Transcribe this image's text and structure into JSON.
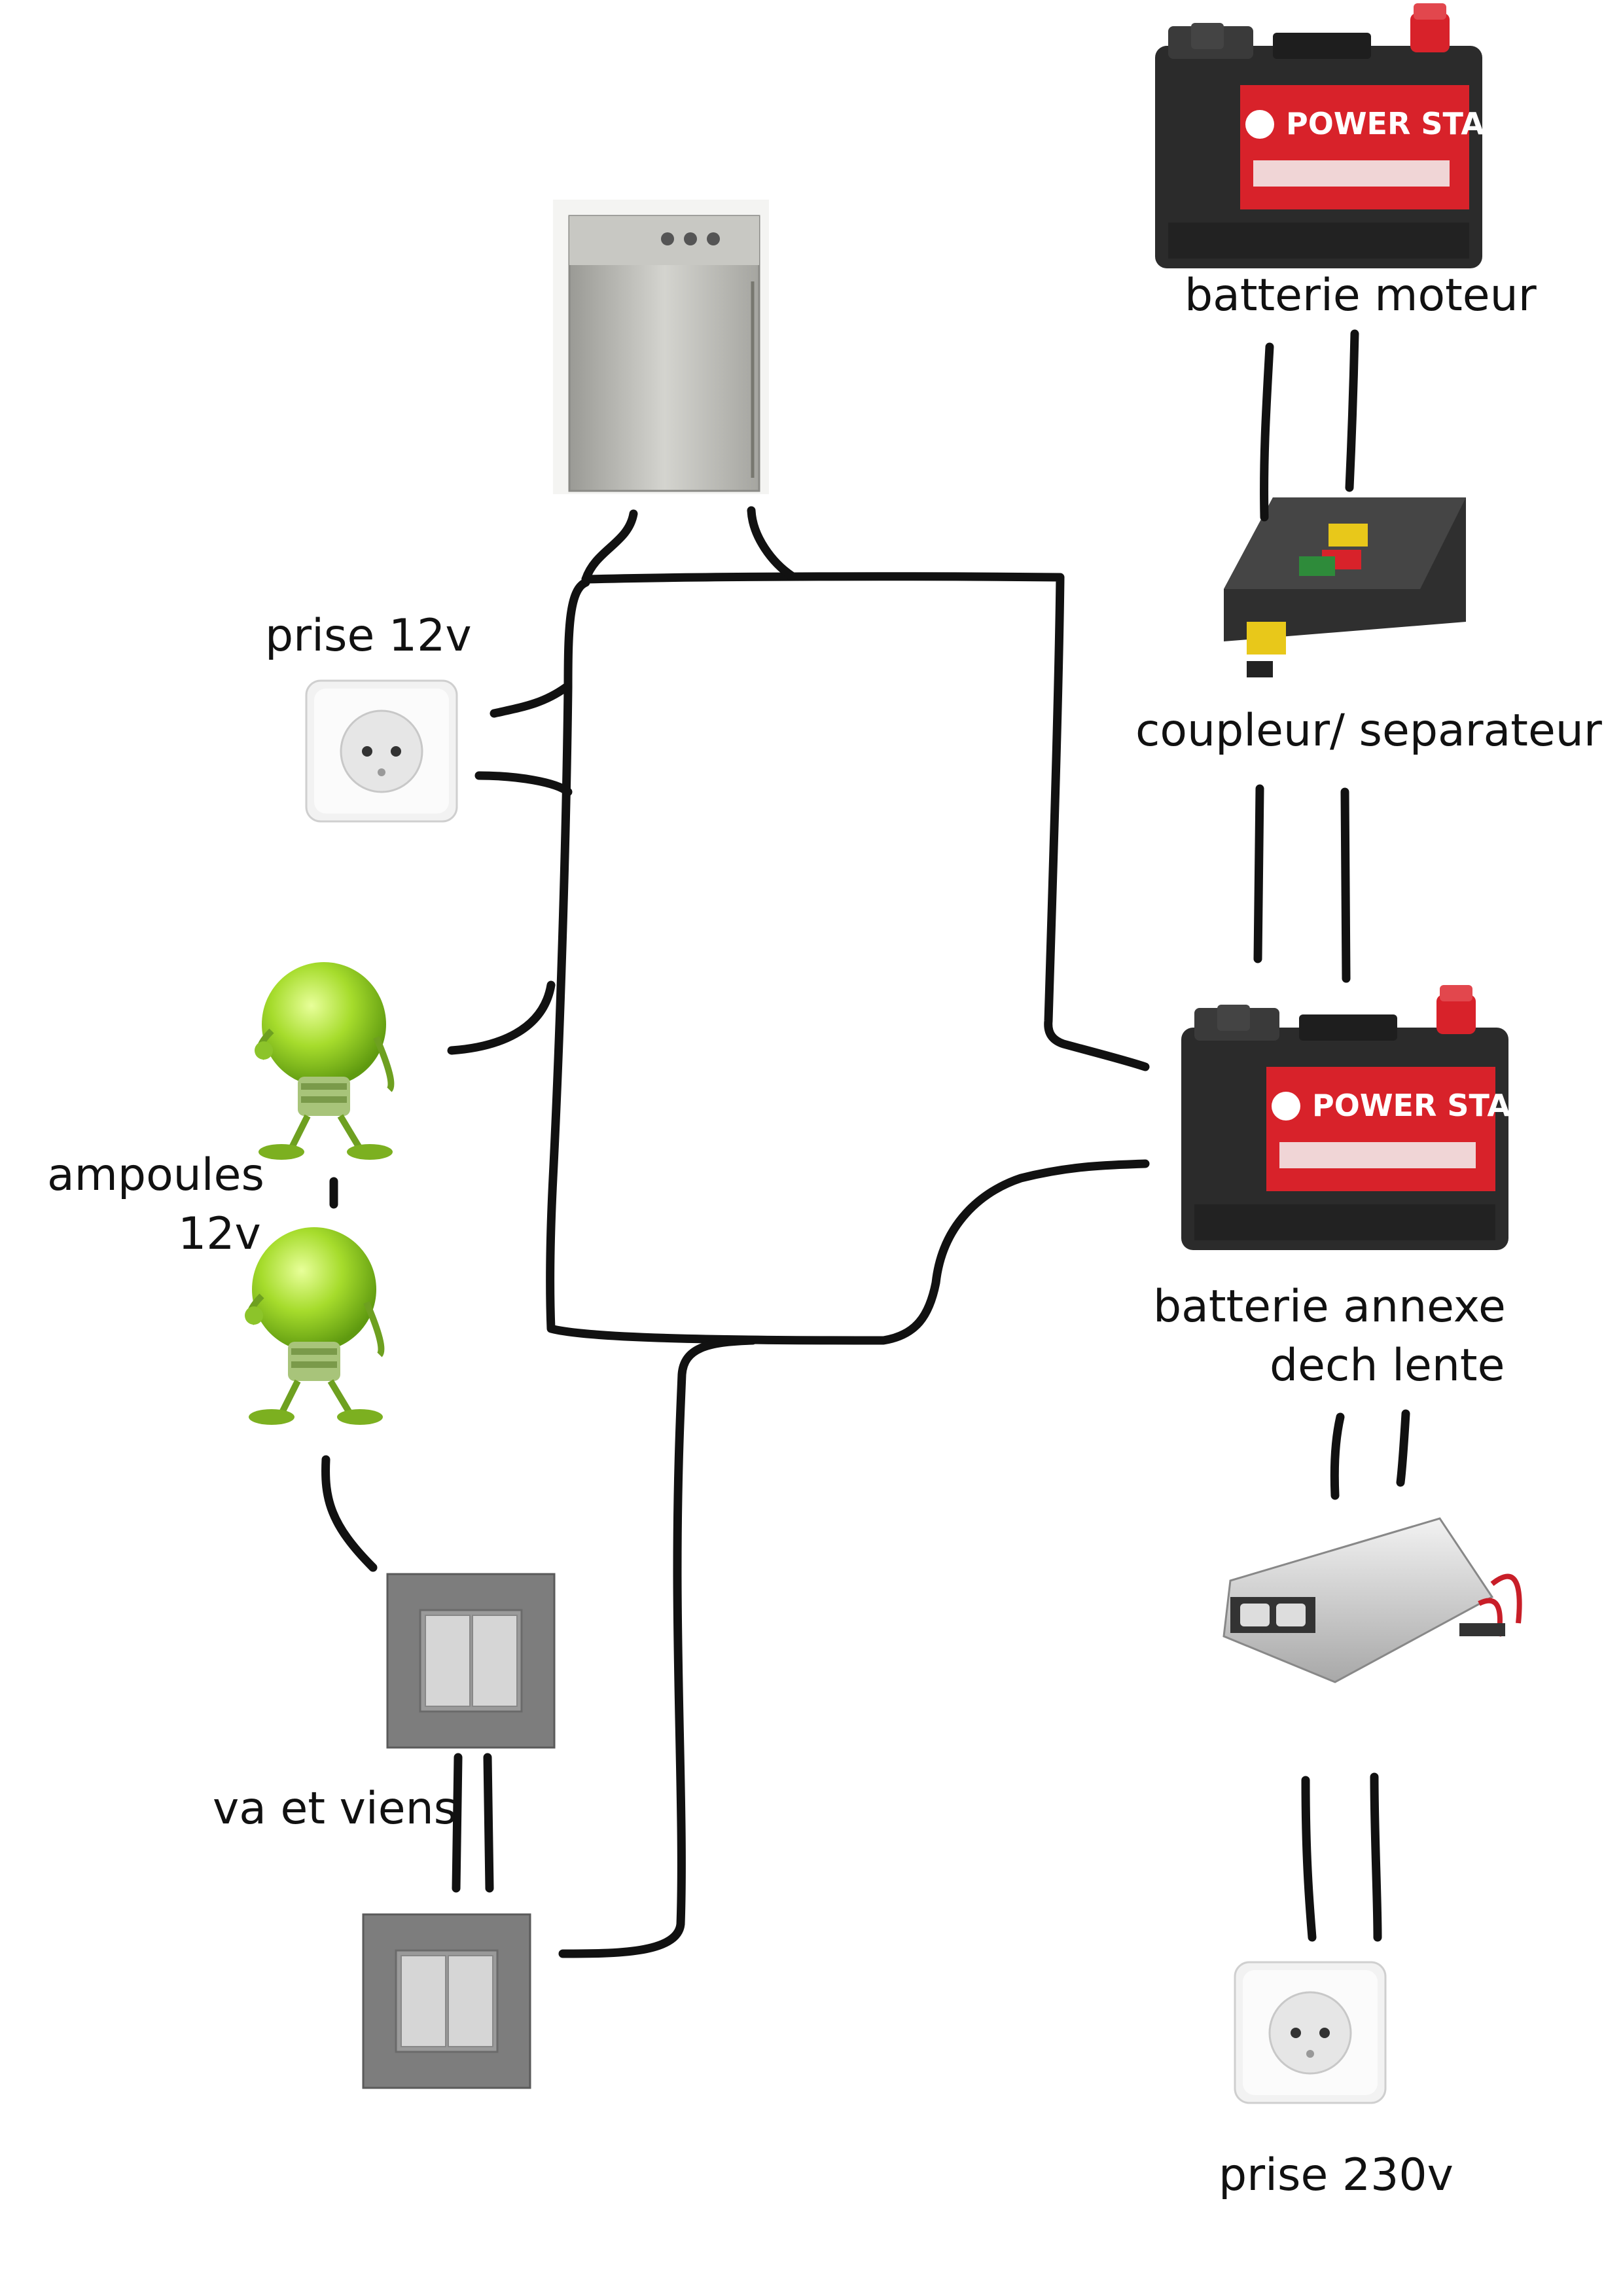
{
  "labels": {
    "batterie_moteur": "batterie moteur",
    "coupleur": "coupleur/ separateur",
    "batterie_annexe_1": "batterie annexe",
    "batterie_annexe_2": "dech lente",
    "prise_12v": "prise 12v",
    "ampoules_1": "ampoules",
    "ampoules_2": "12v",
    "va_et_viens": "va et viens",
    "prise_230v": "prise 230v"
  },
  "battery_brand": "POWER START",
  "colors": {
    "wire": "#111111",
    "battery_red": "#d8222a",
    "battery_body": "#2b2b2b",
    "bulb_green": "#9fd42a",
    "switch_gray": "#7d7d7d",
    "fridge_silver": "#b9b9b4"
  }
}
